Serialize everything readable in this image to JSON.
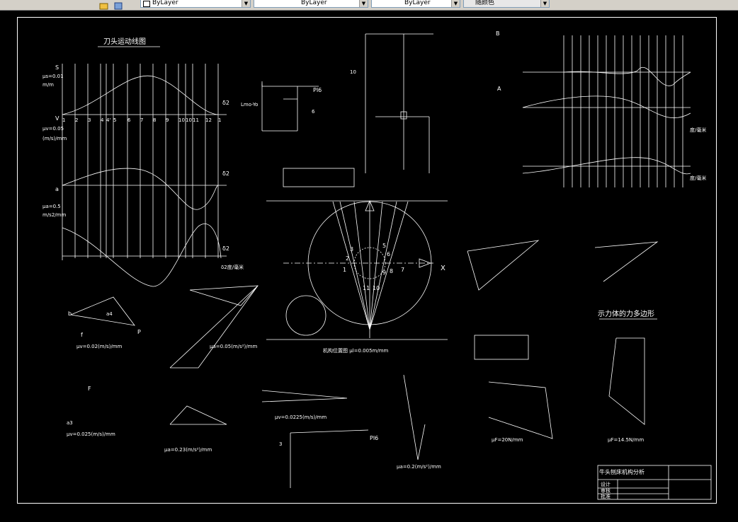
{
  "toolbar": {
    "layer_combo": "ByLayer",
    "linetype_combo": "ByLayer",
    "lineweight_combo": "ByLayer",
    "plotstyle_combo": "随颜色"
  },
  "drawing": {
    "cam_title": "刀头运动线图",
    "force_polygon_title": "示力体的力多边形",
    "title_block": {
      "name": "牛头刨床机构分析",
      "row1": "设计",
      "row2": "审核",
      "row3": "批准"
    },
    "labels": {
      "s_axis": "S",
      "v_axis": "V",
      "a_axis": "a",
      "mu_s": "μs=0.01",
      "mu_s_unit": "m/m",
      "mu_v": "μv=0.05",
      "mu_v_unit": "(m/s)/mm",
      "mu_a": "μa=0.5",
      "mu_a_unit": "m/s2/mm",
      "delta2_1": "δ2",
      "delta2_2": "δ2",
      "delta2_3": "δ2",
      "delta2_deg": "δ2度/毫米",
      "scale6_v": "μv=0.02(m/s)/mm",
      "scale6_a": "μa=0.05(m/s²)/mm",
      "scale3_v": "μv=0.025(m/s)/mm",
      "scale3_a": "μa=0.23(m/s²)/mm",
      "scale10_v": "μv=0.0225(m/s)/mm",
      "scale10_a": "μa=0.2(m/s²)/mm",
      "scale6_f": "μF=20N/mm",
      "scale10_f": "μF=14.5N/mm",
      "mech_scale": "机构位置图 μl=0.005m/mm",
      "delta_deg1": "度/毫米",
      "delta_deg2": "度/毫米",
      "pi6": "PI6",
      "pi6b": "PI6",
      "x_mark": "X",
      "p": "P",
      "f": "f",
      "b": "b",
      "a4": "a4",
      "a3": "a3",
      "F": "F",
      "num6": "6",
      "num10": "10",
      "num3": "3",
      "A": "A",
      "B": "B",
      "lmo": "Lmo-Yo",
      "circle1": "1",
      "circle2": "2",
      "circle3": "3",
      "circle11": "11",
      "circle10": "10",
      "circle9": "9",
      "circle8": "8",
      "circle7": "7",
      "circle5": "5",
      "circle6": "6"
    },
    "ticks": [
      "1",
      "2",
      "3",
      "4",
      "4'",
      "5",
      "6",
      "7",
      "8",
      "9",
      "10",
      "10'",
      "11",
      "12",
      "1"
    ]
  }
}
